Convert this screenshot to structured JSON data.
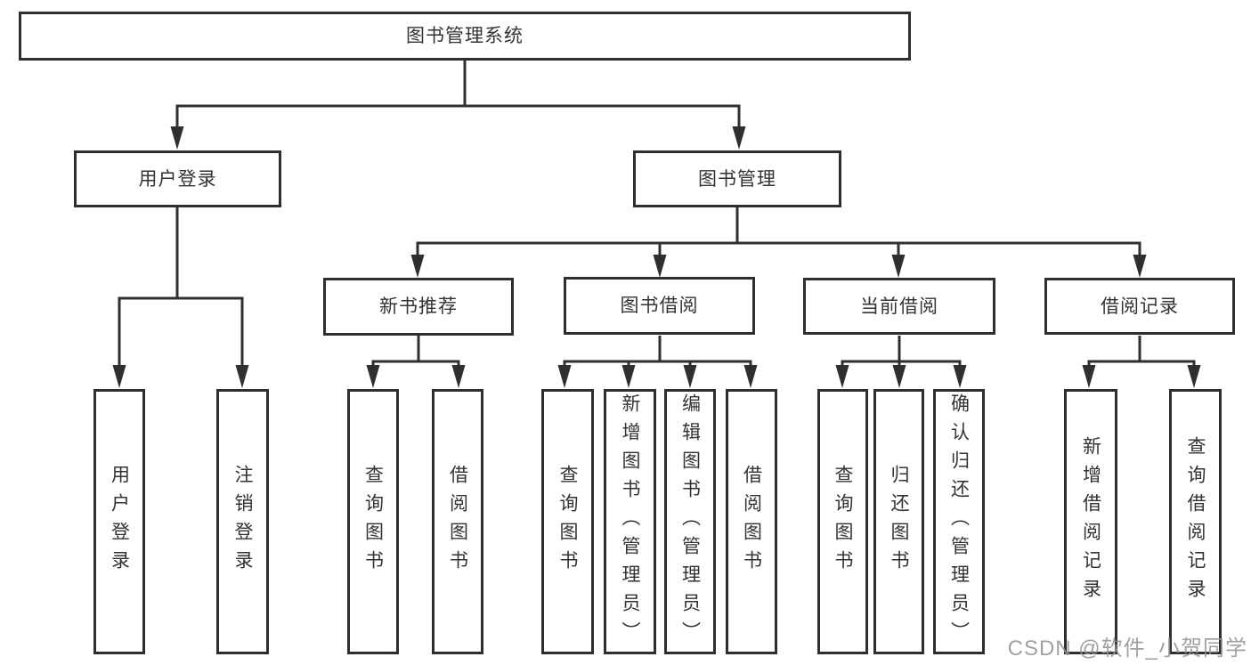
{
  "diagram": {
    "title": "图书管理系统",
    "nodes": {
      "root": "图书管理系统",
      "user_login": "用户登录",
      "book_mgmt": "图书管理",
      "new_book_rec": "新书推荐",
      "book_borrow": "图书借阅",
      "current_borrow": "当前借阅",
      "borrow_records": "借阅记录",
      "user_login_leaf": "用户登录",
      "logout_leaf": "注销登录",
      "rec_query_book": "查询图书",
      "rec_borrow_book": "借阅图书",
      "bb_query_book": "查询图书",
      "bb_add_book": "新增图书（管理员）",
      "bb_edit_book": "编辑图书（管理员）",
      "bb_borrow_book": "借阅图书",
      "cb_query_book": "查询图书",
      "cb_return_book": "归还图书",
      "cb_confirm_return": "确认归还（管理员）",
      "br_add_record": "新增借阅记录",
      "br_query_record": "查询借阅记录"
    },
    "edges": [
      [
        "图书管理系统",
        "用户登录"
      ],
      [
        "图书管理系统",
        "图书管理"
      ],
      [
        "用户登录",
        "用户登录"
      ],
      [
        "用户登录",
        "注销登录"
      ],
      [
        "图书管理",
        "新书推荐"
      ],
      [
        "图书管理",
        "图书借阅"
      ],
      [
        "图书管理",
        "当前借阅"
      ],
      [
        "图书管理",
        "借阅记录"
      ],
      [
        "新书推荐",
        "查询图书"
      ],
      [
        "新书推荐",
        "借阅图书"
      ],
      [
        "图书借阅",
        "查询图书"
      ],
      [
        "图书借阅",
        "新增图书（管理员）"
      ],
      [
        "图书借阅",
        "编辑图书（管理员）"
      ],
      [
        "图书借阅",
        "借阅图书"
      ],
      [
        "当前借阅",
        "查询图书"
      ],
      [
        "当前借阅",
        "归还图书"
      ],
      [
        "当前借阅",
        "确认归还（管理员）"
      ],
      [
        "借阅记录",
        "新增借阅记录"
      ],
      [
        "借阅记录",
        "查询借阅记录"
      ]
    ],
    "colors": {
      "line": "#2f2f2f",
      "text": "#333333",
      "background": "#ffffff",
      "watermark": "#949494"
    }
  },
  "watermark": {
    "text": "CSDN @软件_小贺同学"
  }
}
